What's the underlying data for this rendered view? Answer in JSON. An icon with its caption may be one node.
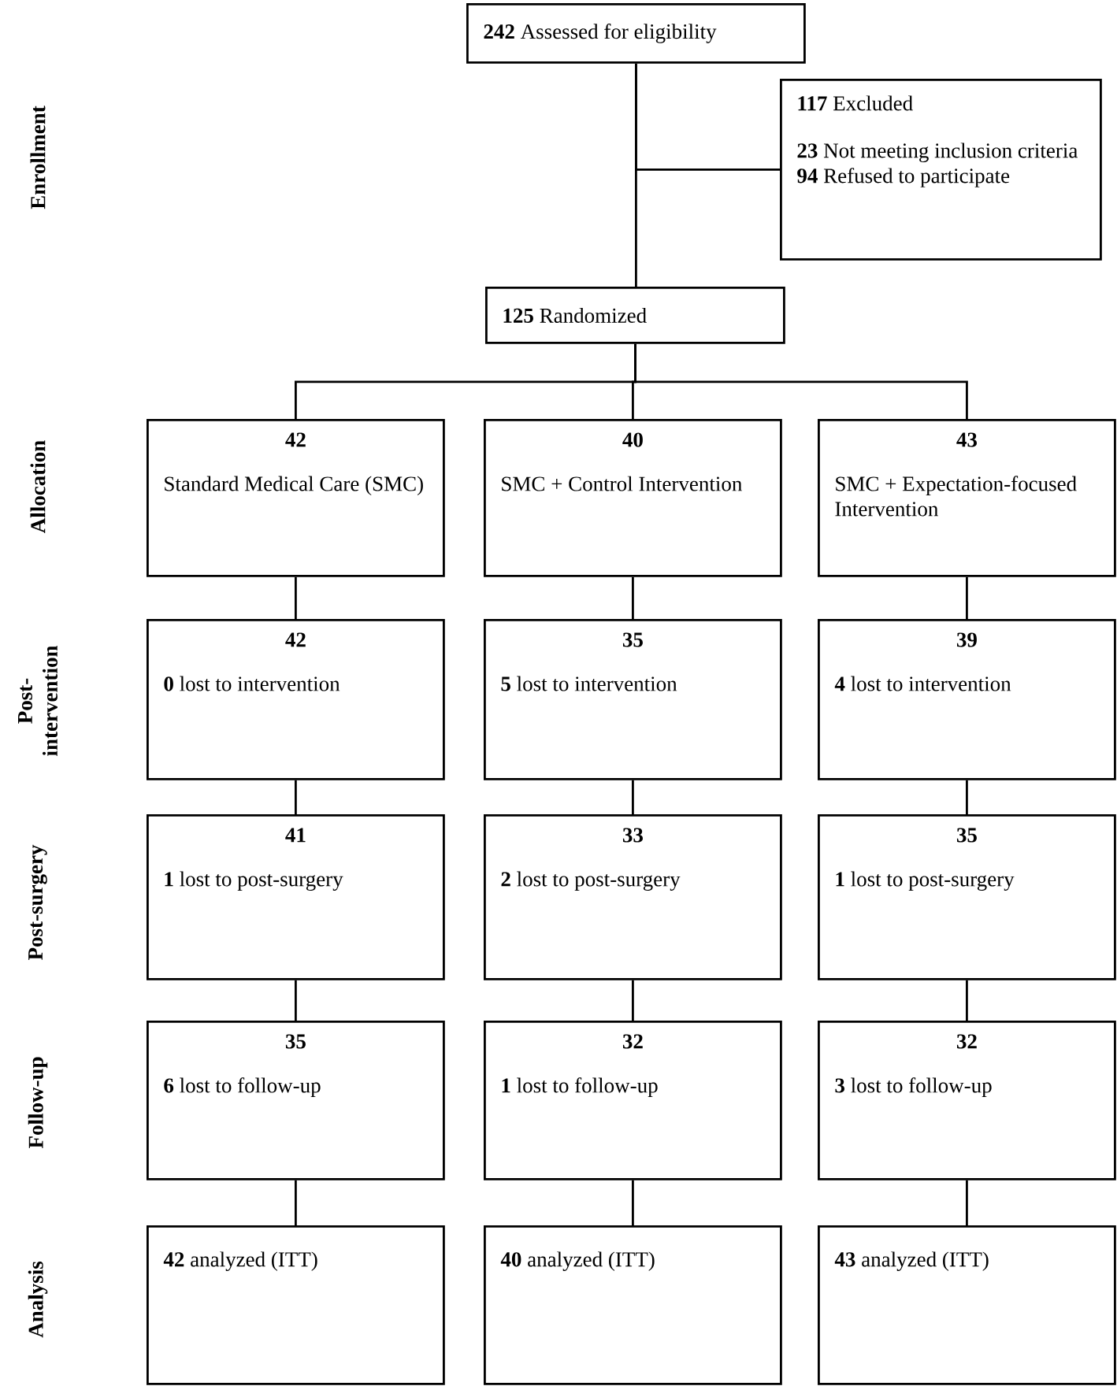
{
  "diagram": {
    "nodes": [
      {
        "text": [
          "**242** Assessed for eligibility"
        ]
      },
      {
        "text": [
          "**117** Excluded",
          "**23** Not meeting inclusion criteria",
          "**94** Refused to participate"
        ]
      },
      {
        "text": [
          "**125** Randomized"
        ]
      },
      {
        "text": [
          "42",
          "Standard Medical Care (SMC)"
        ]
      },
      {
        "text": [
          "40",
          "SMC + Control Intervention"
        ]
      },
      {
        "text": [
          "43",
          "SMC + Expectation-focused Intervention"
        ]
      },
      {
        "text": [
          "42",
          "**0** lost to intervention"
        ]
      },
      {
        "text": [
          "35",
          "**5** lost to intervention"
        ]
      },
      {
        "text": [
          "39",
          "**4** lost to intervention"
        ]
      },
      {
        "text": [
          "41",
          "**1** lost to post-surgery"
        ]
      },
      {
        "text": [
          "33",
          "**2** lost to post-surgery"
        ]
      },
      {
        "text": [
          "35",
          "**1** lost to post-surgery"
        ]
      },
      {
        "text": [
          "35",
          "**6** lost to follow-up"
        ]
      },
      {
        "text": [
          "32",
          "**1** lost to follow-up"
        ]
      },
      {
        "text": [
          "32",
          "**3** lost to follow-up"
        ]
      },
      {
        "text": [
          "**42** analyzed (ITT)"
        ]
      },
      {
        "text": [
          "**40** analyzed (ITT)"
        ]
      },
      {
        "text": [
          "**43** analyzed (ITT)"
        ]
      }
    ],
    "edges": [
      {
        "from": 0,
        "to": 2,
        "arrow": "none"
      },
      {
        "from": 0,
        "to": 1,
        "arrow": "none"
      },
      {
        "from": 2,
        "to": 3,
        "arrow": "none"
      },
      {
        "from": 2,
        "to": 4,
        "arrow": "none"
      },
      {
        "from": 2,
        "to": 5,
        "arrow": "none"
      },
      {
        "from": 3,
        "to": 6,
        "arrow": "none"
      },
      {
        "from": 4,
        "to": 7,
        "arrow": "none"
      },
      {
        "from": 5,
        "to": 8,
        "arrow": "none"
      },
      {
        "from": 6,
        "to": 9,
        "arrow": "none"
      },
      {
        "from": 7,
        "to": 10,
        "arrow": "none"
      },
      {
        "from": 8,
        "to": 11,
        "arrow": "none"
      },
      {
        "from": 9,
        "to": 12,
        "arrow": "none"
      },
      {
        "from": 10,
        "to": 13,
        "arrow": "none"
      },
      {
        "from": 11,
        "to": 14,
        "arrow": "none"
      },
      {
        "from": 12,
        "to": 15,
        "arrow": "none"
      },
      {
        "from": 13,
        "to": 16,
        "arrow": "none"
      },
      {
        "from": 14,
        "to": 17,
        "arrow": "none"
      }
    ],
    "labels": [
      "Enrollment",
      "Allocation",
      "Post-intervention",
      "Post-surgery",
      "Follow-up",
      "Analysis"
    ]
  }
}
